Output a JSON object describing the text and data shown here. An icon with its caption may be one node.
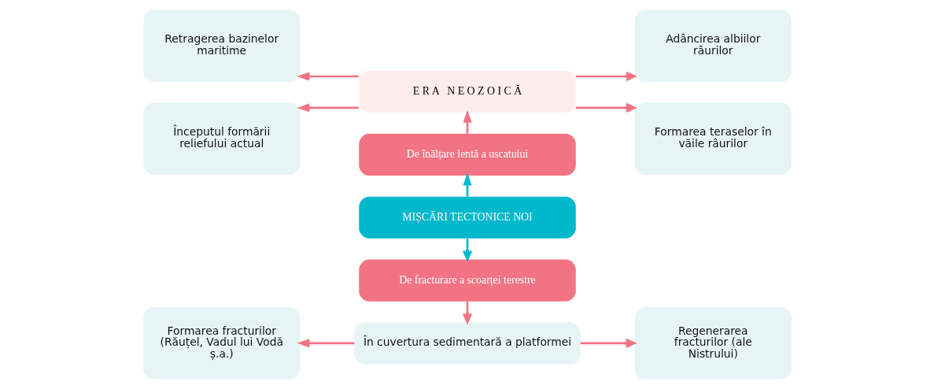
{
  "diagram": {
    "nodes": [
      {
        "text": [
          "E R A   N E O Z O I C Ă"
        ]
      },
      {
        "text": [
          "De înălțare lentă a uscatului"
        ]
      },
      {
        "text": [
          "MIȘCĂRI TECTONICE NOI"
        ]
      },
      {
        "text": [
          "De fracturare a scoarței terestre"
        ]
      },
      {
        "text": [
          "În cuvertura sedimentară a platformei"
        ]
      },
      {
        "text": [
          "Retragerea bazinelor maritime"
        ]
      },
      {
        "text": [
          "Începutul formării reliefului actual"
        ]
      },
      {
        "text": [
          "Formarea fracturilor (Răuțel, Vadul lui Vodă ș.a.)"
        ]
      },
      {
        "text": [
          "Adâncirea albiilor râurilor"
        ]
      },
      {
        "text": [
          "Formarea teraselor în văile râurilor"
        ]
      },
      {
        "text": [
          "Regenerarea fracturilor (ale Nistrului)"
        ]
      }
    ],
    "edges": [
      {
        "from": 1,
        "to": 0,
        "arrow": "to"
      },
      {
        "from": 2,
        "to": 1,
        "arrow": "to",
        "color": "#00b8cc"
      },
      {
        "from": 2,
        "to": 3,
        "arrow": "to",
        "color": "#00b8cc"
      },
      {
        "from": 3,
        "to": 4,
        "arrow": "to"
      },
      {
        "from": 0,
        "to": 5,
        "arrow": "to"
      },
      {
        "from": 0,
        "to": 6,
        "arrow": "to"
      },
      {
        "from": 0,
        "to": 8,
        "arrow": "to"
      },
      {
        "from": 0,
        "to": 9,
        "arrow": "to"
      },
      {
        "from": 4,
        "to": 7,
        "arrow": "to"
      },
      {
        "from": 4,
        "to": 10,
        "arrow": "to"
      }
    ]
  }
}
